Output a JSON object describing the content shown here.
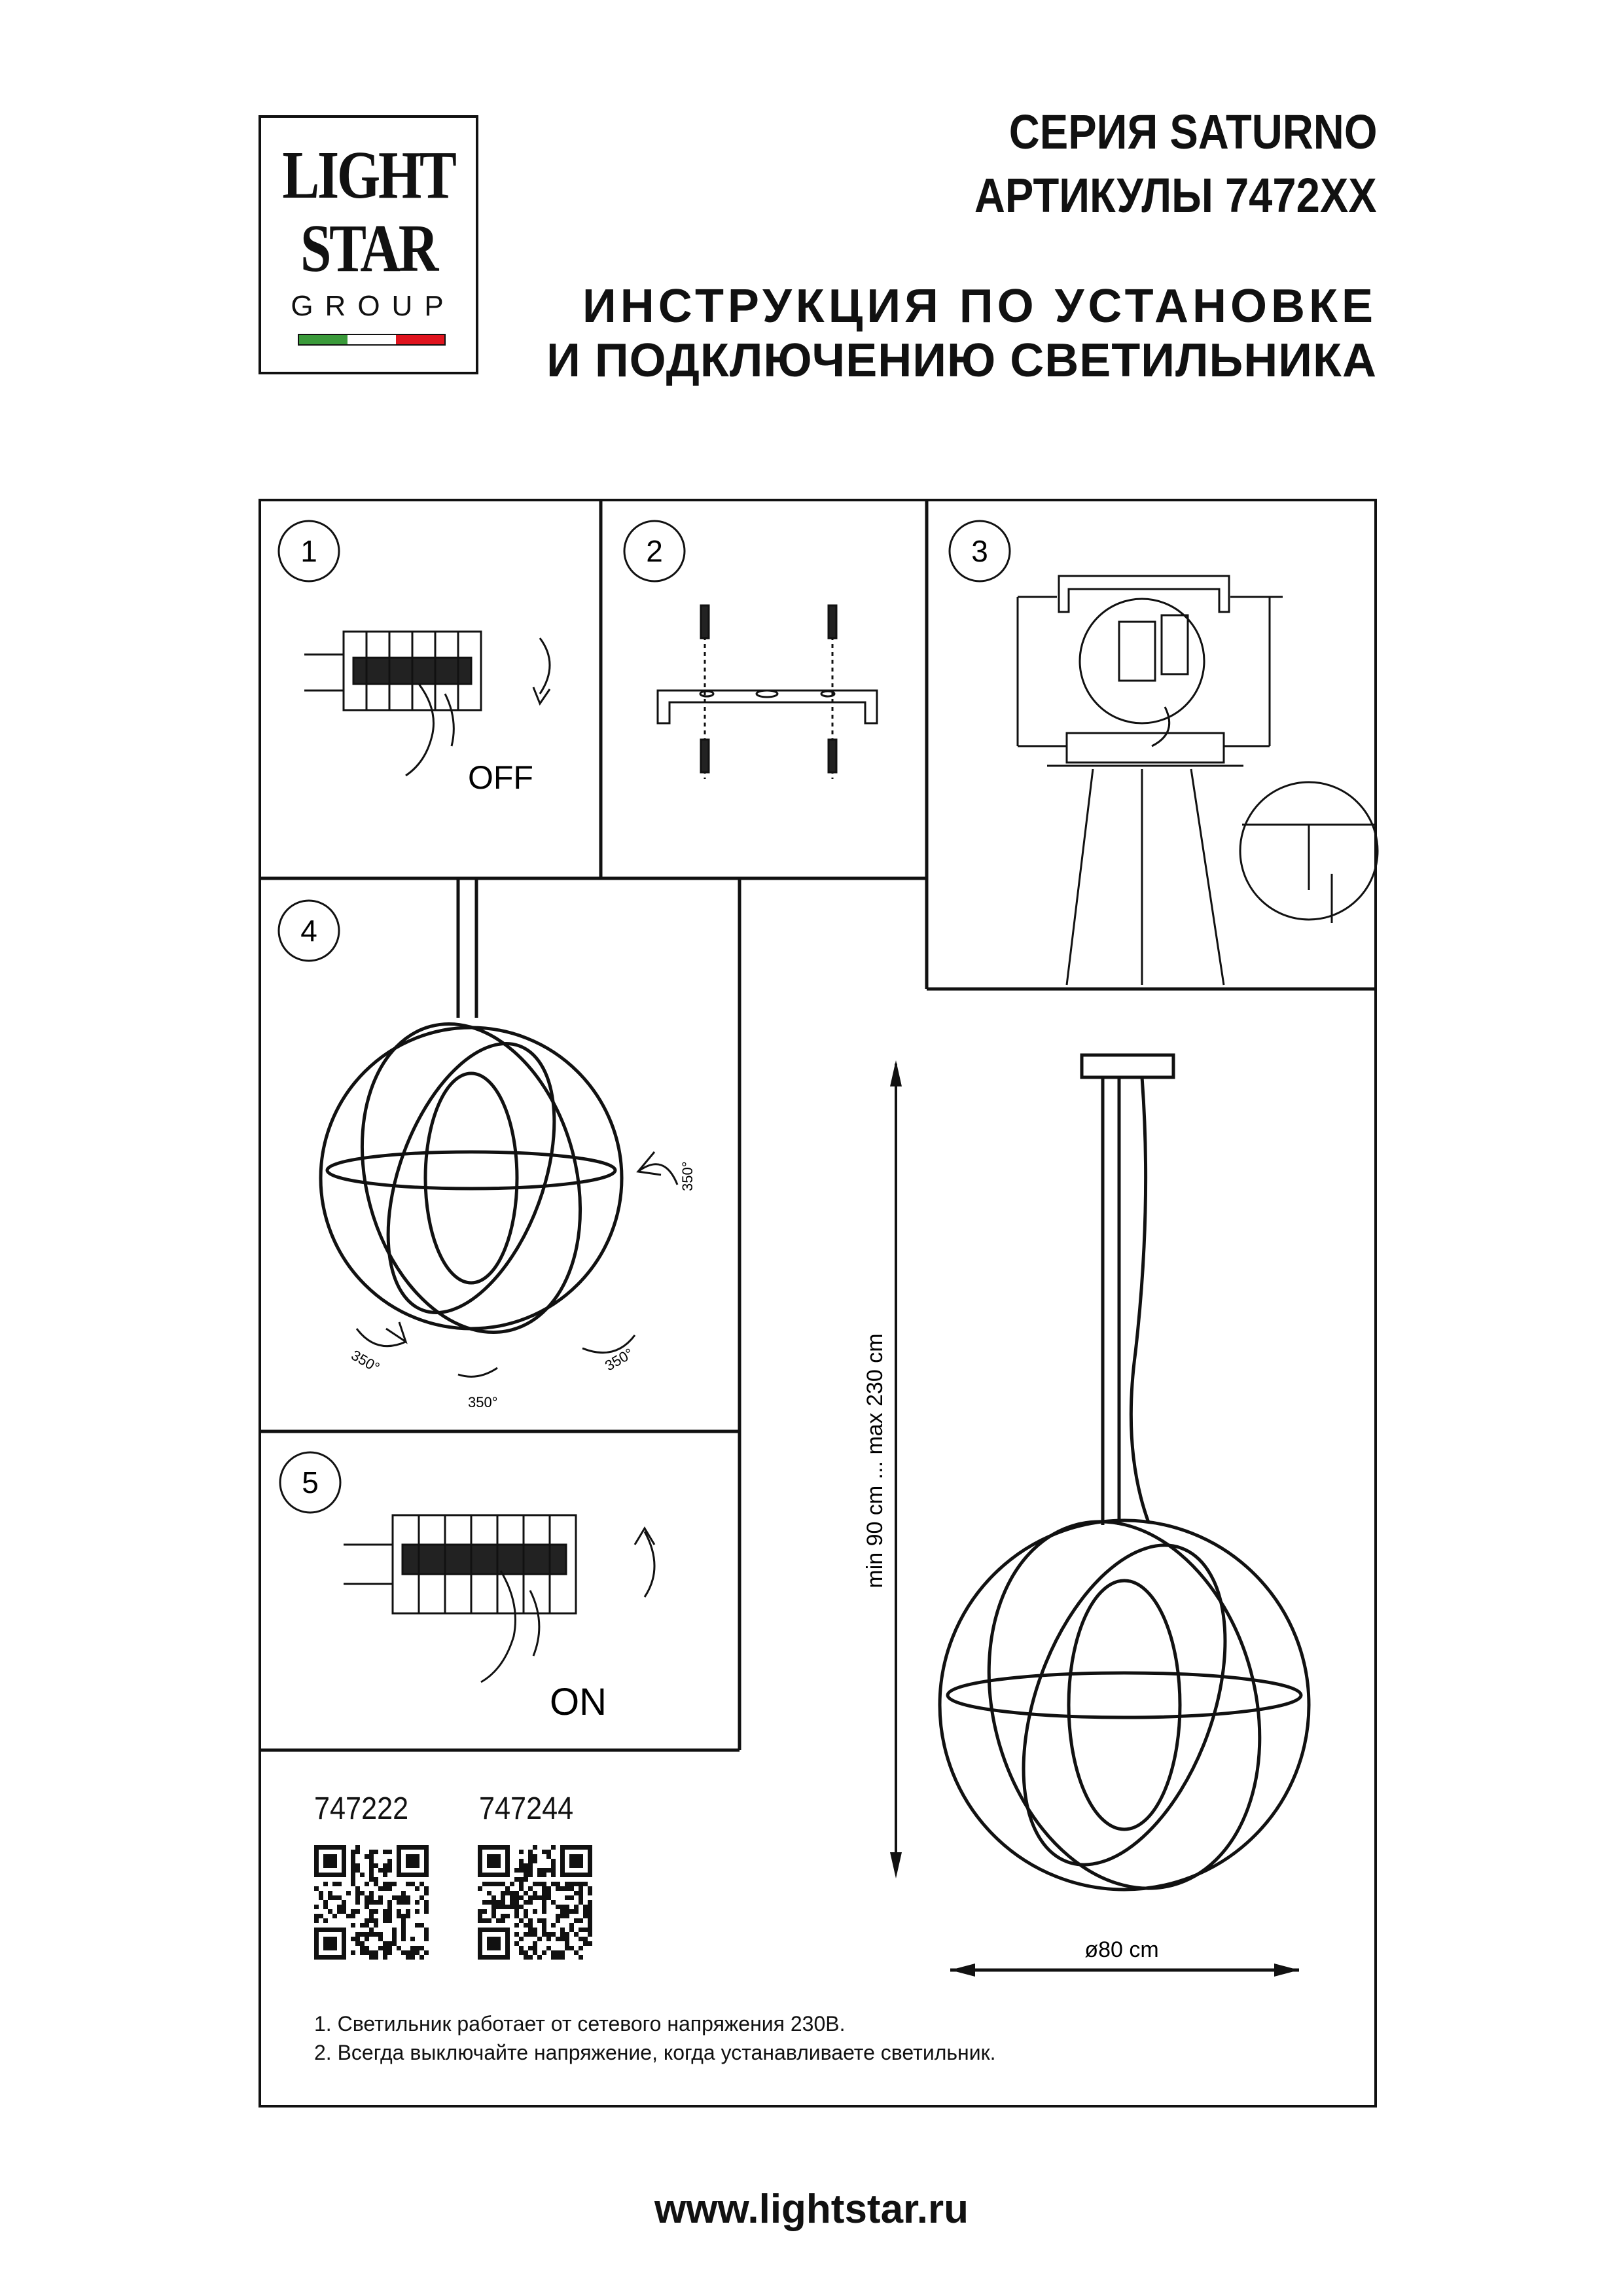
{
  "logo": {
    "line1": "LIGHT",
    "line2": "STAR",
    "line3": "GROUP",
    "flag_colors": [
      "#3a9a3a",
      "#ffffff",
      "#e0141e"
    ]
  },
  "header": {
    "series": "СЕРИЯ SATURNO",
    "articles": "АРТИКУЛЫ 7472XX",
    "title_line1": "ИНСТРУКЦИЯ ПО УСТАНОВКЕ",
    "title_line2": "И ПОДКЛЮЧЕНИЮ СВЕТИЛЬНИКА"
  },
  "steps": [
    {
      "number": "1",
      "label": "OFF"
    },
    {
      "number": "2"
    },
    {
      "number": "3"
    },
    {
      "number": "4",
      "angles": [
        "350°",
        "350°",
        "350°",
        "350°"
      ]
    },
    {
      "number": "5",
      "label": "ON"
    }
  ],
  "dimensions": {
    "height": "min 90 cm ... max 230 cm",
    "diameter": "ø80 cm"
  },
  "models": [
    "747222",
    "747244"
  ],
  "notes": [
    "1. Светильник работает от сетевого напряжения 230В.",
    "2. Всегда выключайте напряжение, когда устанавливаете светильник."
  ],
  "footer": {
    "website": "www.lightstar.ru"
  }
}
